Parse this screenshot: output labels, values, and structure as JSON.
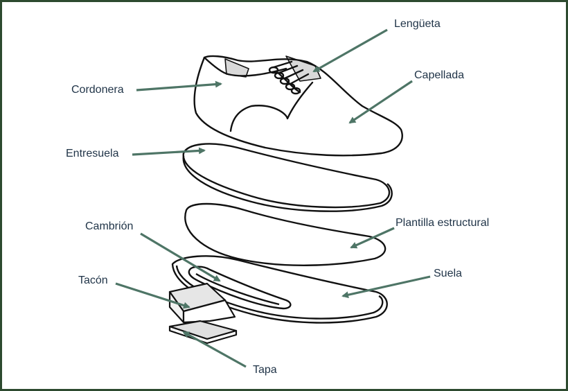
{
  "labels": {
    "lengueta": "Lengüeta",
    "cordonera": "Cordonera",
    "capellada": "Capellada",
    "entresuela": "Entresuela",
    "plantilla": "Plantilla estructural",
    "cambrion": "Cambrión",
    "suela": "Suela",
    "tacon": "Tacón",
    "tapa": "Tapa"
  },
  "colors": {
    "frame": "#2d4a2f",
    "leader": "#4e7566",
    "outline": "#111111",
    "label": "#1f3347",
    "tongue_fill": "#d9d9d9",
    "heel_fill": "#e6e6e6"
  }
}
